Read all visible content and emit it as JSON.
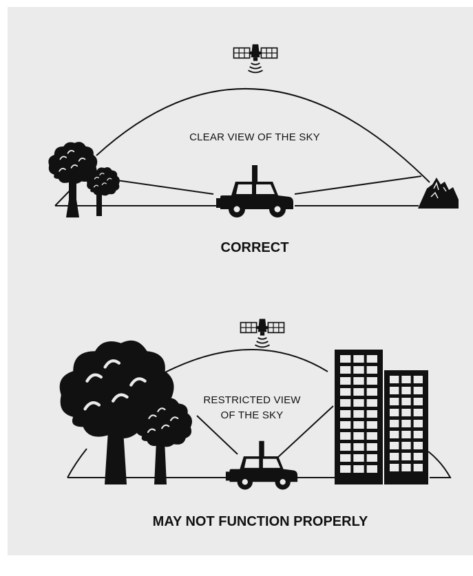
{
  "panel_top": {
    "sky_label": "CLEAR VIEW OF THE SKY",
    "caption": "CORRECT"
  },
  "panel_bottom": {
    "sky_label_line1": "RESTRICTED VIEW",
    "sky_label_line2": "OF THE SKY",
    "caption": "MAY NOT FUNCTION PROPERLY"
  },
  "icons": [
    "satellite-icon",
    "tree-icon",
    "mountain-icon",
    "vehicle-icon",
    "building-icon"
  ],
  "colors": {
    "background": "#ebebeb",
    "ink": "#111111"
  }
}
